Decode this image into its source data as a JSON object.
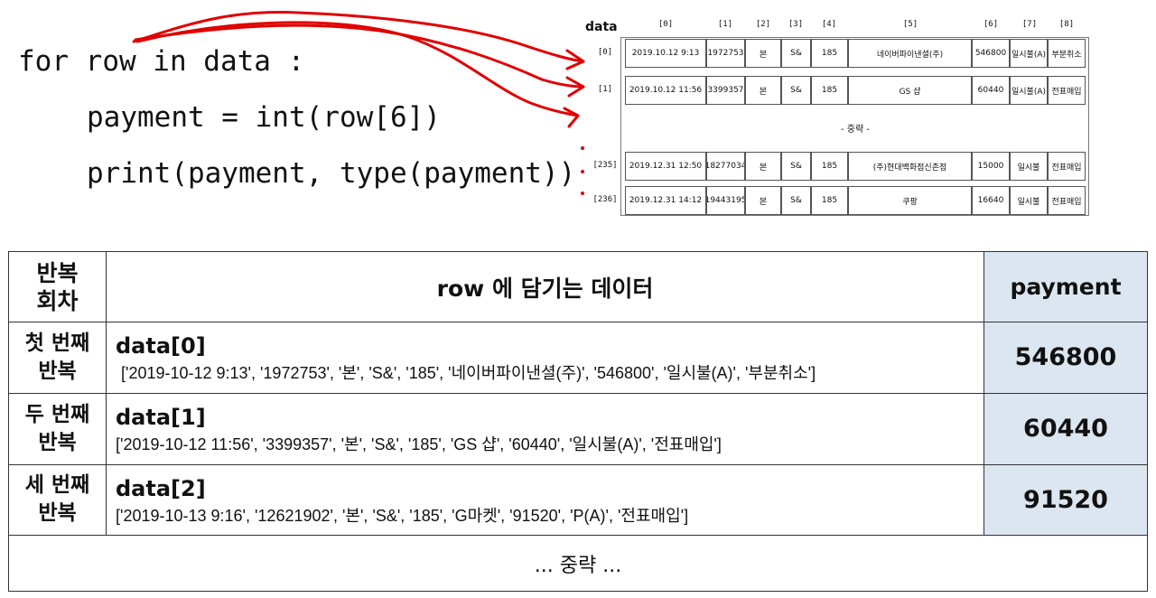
{
  "code": {
    "line1": "for row in data :",
    "line2": "payment = int(row[6])",
    "line3": "print(payment, type(payment))"
  },
  "mini_table": {
    "title": "data",
    "columns": [
      "[0]",
      "[1]",
      "[2]",
      "[3]",
      "[4]",
      "[5]",
      "[6]",
      "[7]",
      "[8]"
    ],
    "rows": [
      {
        "index": "[0]",
        "cells": [
          "2019.10.12 9:13",
          "1972753",
          "본",
          "S&",
          "185",
          "네이버파이낸셜(주)",
          "546800",
          "일시불(A)",
          "부분취소"
        ]
      },
      {
        "index": "[1]",
        "cells": [
          "2019.10.12 11:56",
          "3399357",
          "본",
          "S&",
          "185",
          "GS  샵",
          "60440",
          "일시불(A)",
          "전표매입"
        ]
      },
      {
        "index": "[235]",
        "cells": [
          "2019.12.31 12:50",
          "18277034",
          "본",
          "S&",
          "185",
          "(주)현대백화점신촌점",
          "15000",
          "일시불",
          "전표매입"
        ]
      },
      {
        "index": "[236]",
        "cells": [
          "2019.12.31 14:12",
          "19443195",
          "본",
          "S&",
          "185",
          "쿠팡",
          "16640",
          "일시불",
          "전표매입"
        ]
      }
    ],
    "omitted": "- 중략 -",
    "arrow_color": "#e00000"
  },
  "main_table": {
    "headers": {
      "round": "반복\n회차",
      "row": "row 에 담기는 데이터",
      "payment": "payment"
    },
    "header_round_lines": [
      "반복",
      "회차"
    ],
    "rows": [
      {
        "round_lines": [
          "첫 번째",
          "반복"
        ],
        "title": "data[0]",
        "data": "['2019-10-12 9:13', '1972753', '본', 'S&', '185', '네이버파이낸셜(주)', '546800', '일시불(A)', '부분취소']",
        "payment": "546800"
      },
      {
        "round_lines": [
          "두 번째",
          "반복"
        ],
        "title": "data[1]",
        "data": "['2019-10-12 11:56', '3399357', '본', 'S&', '185', 'GS   샵', '60440', '일시불(A)', '전표매입']",
        "payment": "60440"
      },
      {
        "round_lines": [
          "세 번째",
          "반복"
        ],
        "title": "data[2]",
        "data": "['2019-10-13 9:16', '12621902', '본', 'S&', '185', 'G마켓', '91520', 'P(A)', '전표매입']",
        "payment": "91520"
      }
    ],
    "omitted": "... 중략 ...",
    "payment_bg": "#dce6f1"
  }
}
